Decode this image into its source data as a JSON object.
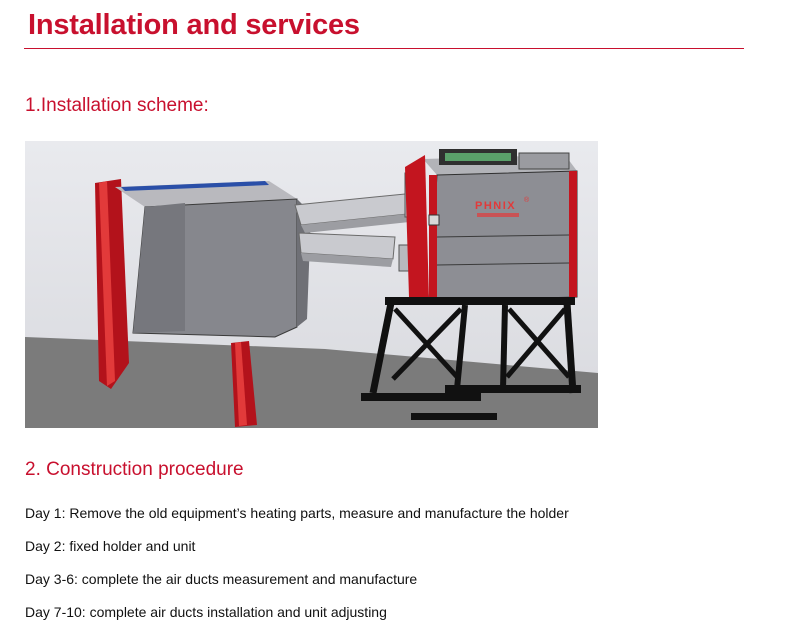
{
  "title": "Installation and services",
  "colors": {
    "accent": "#c8102e",
    "text": "#111111"
  },
  "section1": {
    "heading": "1.Installation scheme:",
    "image": {
      "brand_text": "PHNIX",
      "brand_mark": "®"
    }
  },
  "section2": {
    "heading": "2. Construction procedure",
    "steps": [
      "Day 1: Remove the old equipment’s heating parts, measure and manufacture the holder",
      "Day 2: fixed holder and unit",
      "Day 3-6: complete the air ducts measurement and manufacture",
      "Day 7-10: complete air ducts installation and unit adjusting"
    ]
  }
}
